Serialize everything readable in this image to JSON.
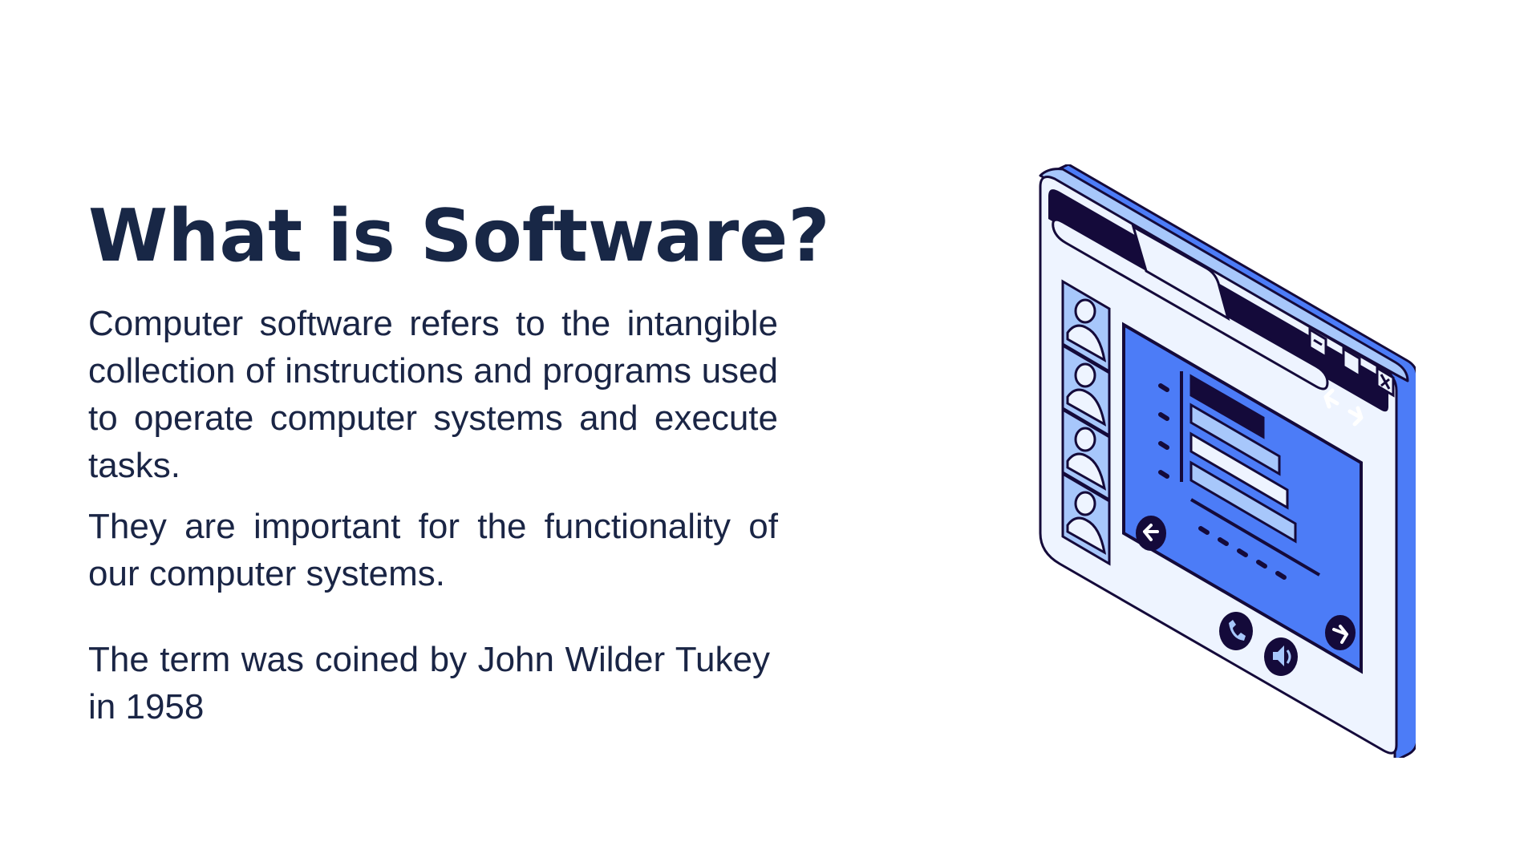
{
  "slide": {
    "title": "What is Software?",
    "paragraph1": "Computer software refers to the intangible collection of instructions and programs used to operate computer systems and execute tasks.",
    "paragraph2": "They are important for the functionality of our computer systems.",
    "paragraph3": "The term was coined by John Wilder Tukey in 1958"
  },
  "illustration": {
    "description_icon": "software-window-illustration",
    "colors": {
      "outline": "#140a3a",
      "accent_blue": "#4c7cf7",
      "light_blue": "#a7c7fb",
      "pale": "#eef4ff",
      "dark": "#140a3a"
    }
  }
}
